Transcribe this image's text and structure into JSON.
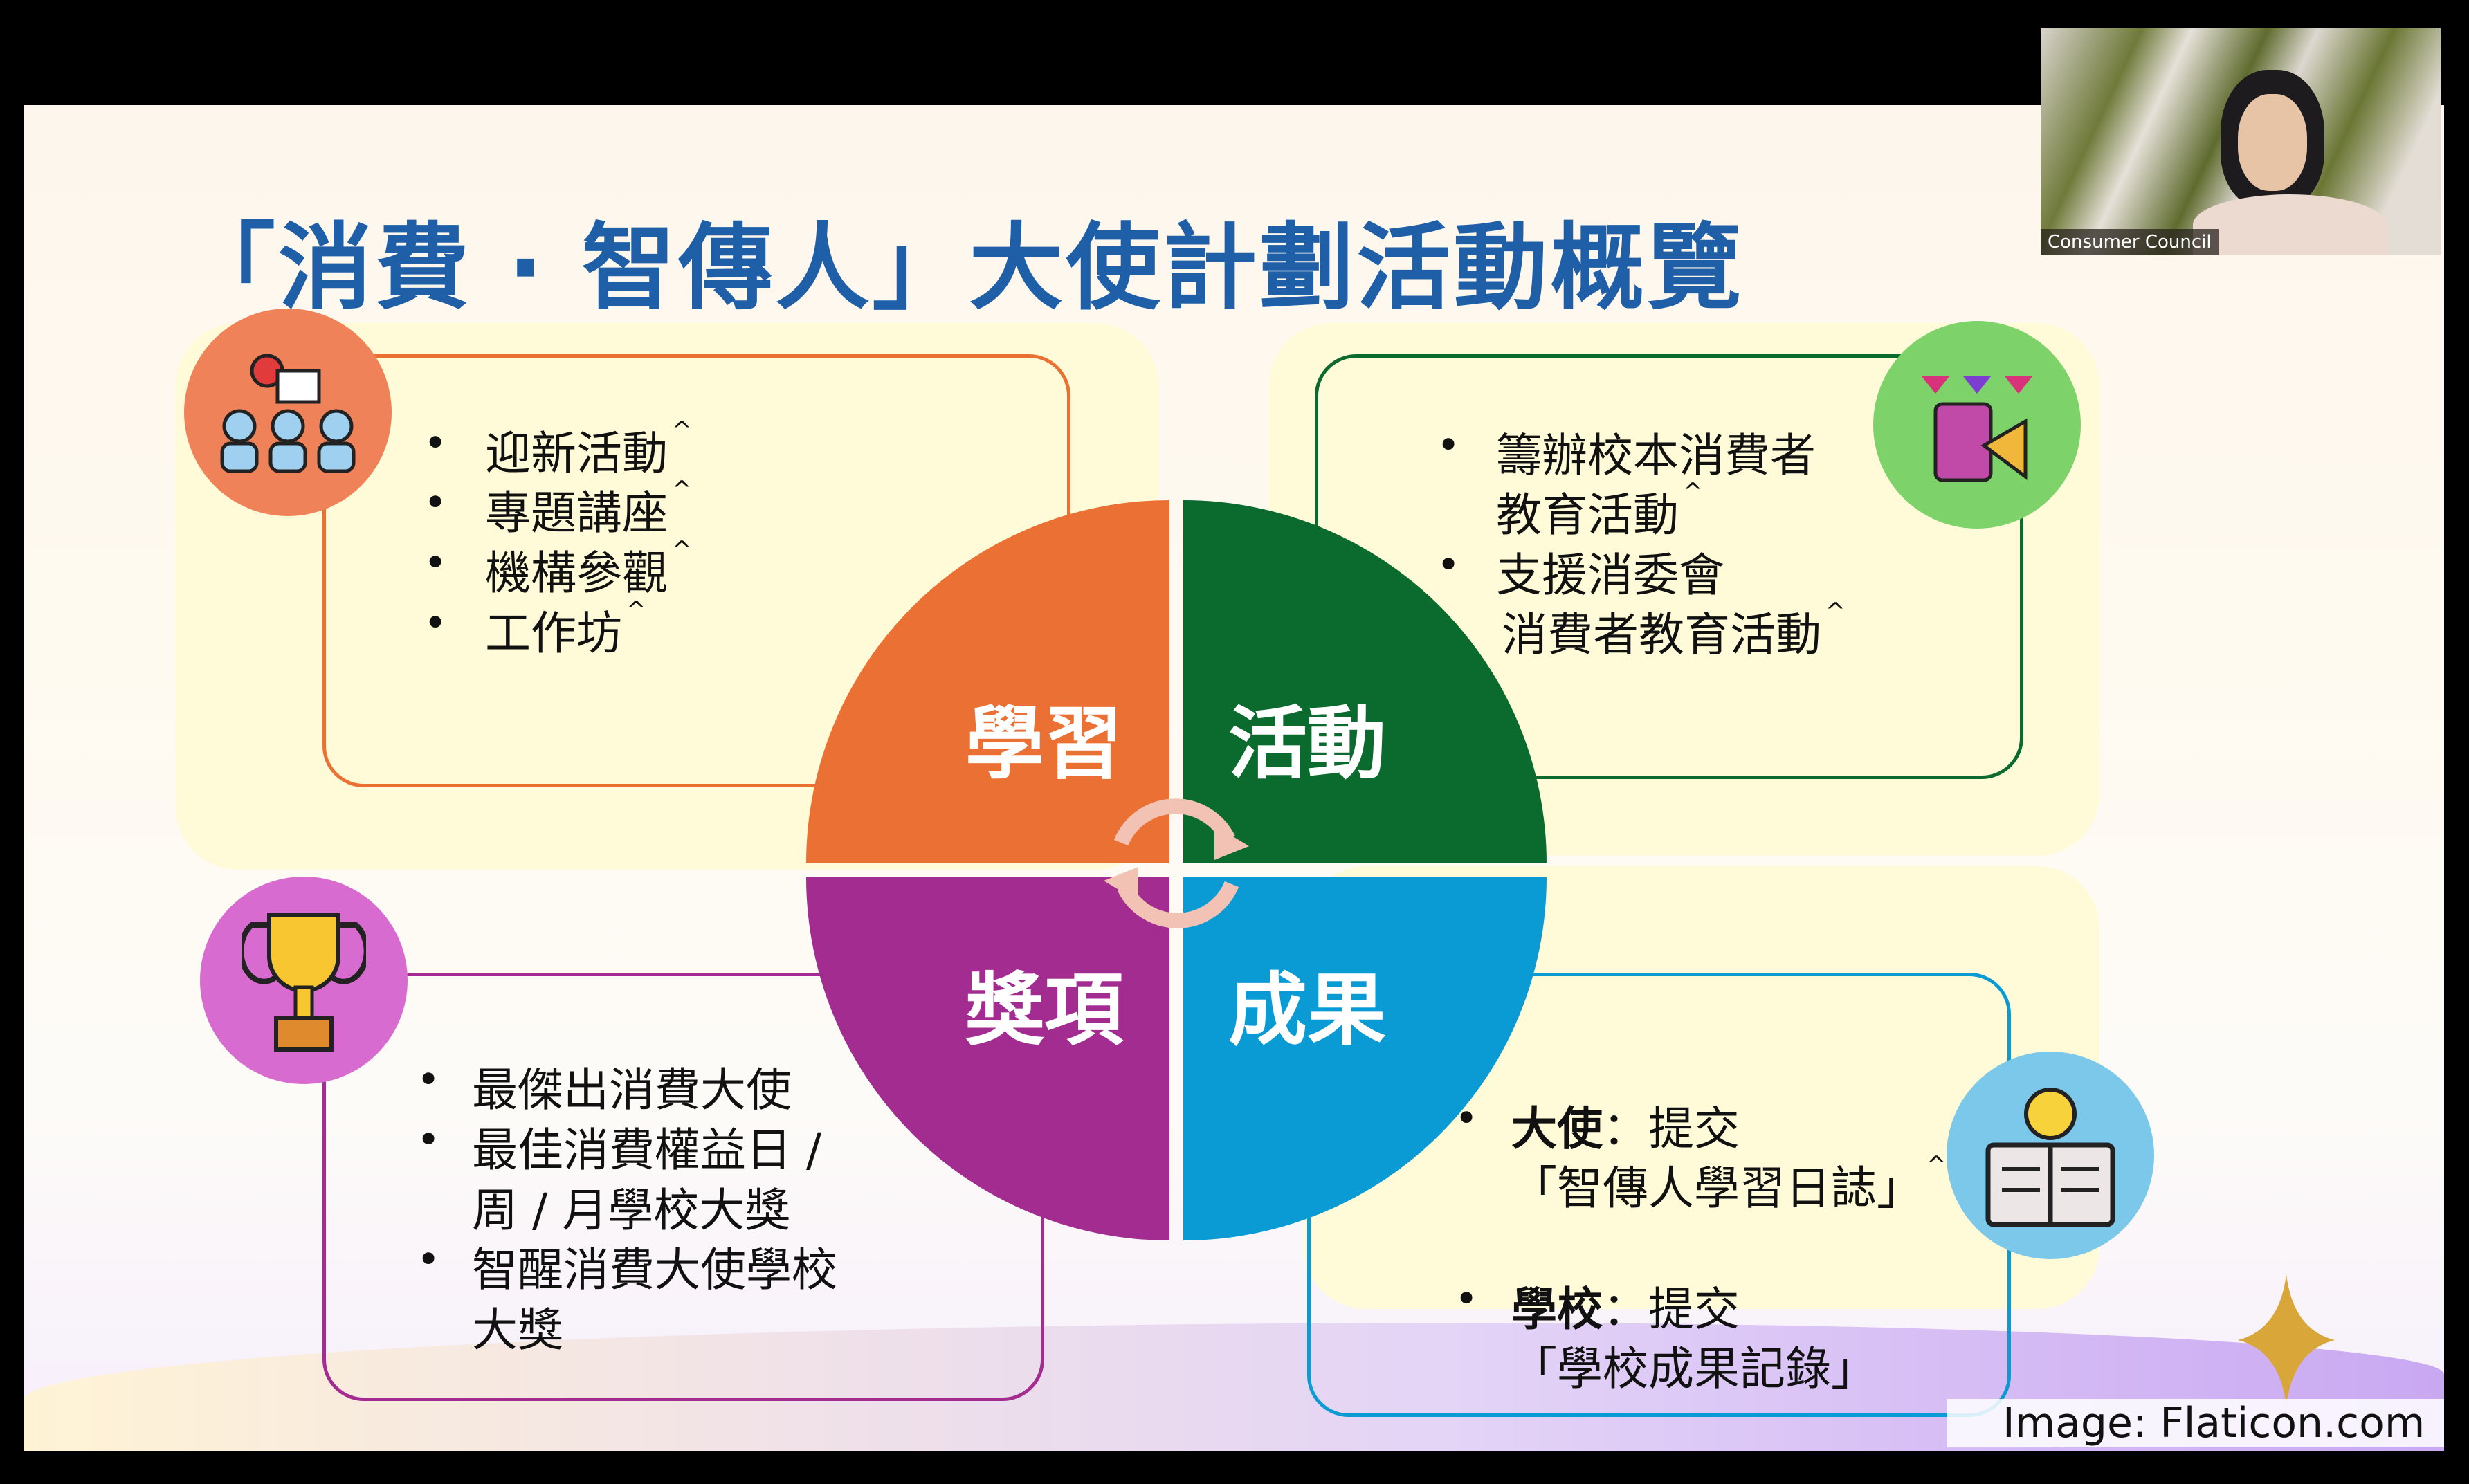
{
  "slide": {
    "title": "「消費 · 智傳人」大使計劃活動概覽",
    "quadrants": [
      {
        "label": "學習",
        "color": "#eb7033"
      },
      {
        "label": "活動",
        "color": "#0b6b2e"
      },
      {
        "label": "獎項",
        "color": "#a22c90"
      },
      {
        "label": "成果",
        "color": "#0a9bd5"
      }
    ],
    "learning": {
      "icon": "community-location-icon",
      "items": [
        "迎新活動",
        "專題講座",
        "機構參觀",
        "工作坊"
      ],
      "mark": "^"
    },
    "activities": {
      "icon": "clipboard-megaphone-icon",
      "lines": [
        "籌辦校本消費者",
        "教育活動",
        "支援消委會",
        "消費者教育活動"
      ],
      "mark": "^"
    },
    "awards": {
      "icon": "trophy-icon",
      "lines": [
        "最傑出消費大使",
        "最佳消費權益日 /",
        "周 / 月學校大獎",
        "智醒消費大使學校",
        "大獎"
      ]
    },
    "results": {
      "icon": "book-lightbulb-icon",
      "ambassador_label": "大使",
      "ambassador_action": "：提交",
      "ambassador_item": "「智傳人學習日誌」",
      "mark": "^",
      "school_label": "學校",
      "school_action": "：提交",
      "school_item": "「學校成果記錄」"
    },
    "credit": "Image: Flaticon.com"
  },
  "video": {
    "name": "Consumer Council"
  }
}
